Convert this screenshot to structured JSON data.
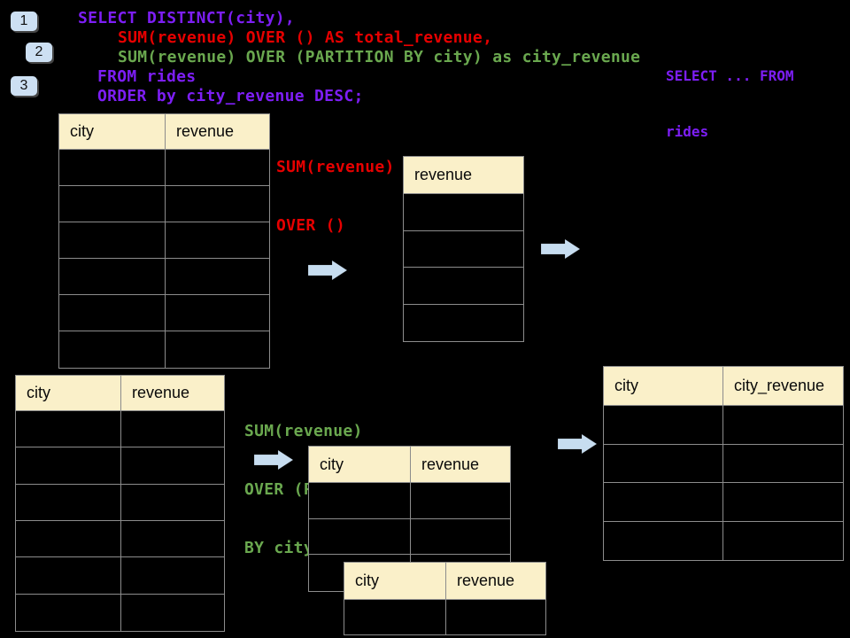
{
  "colors": {
    "background": "#000000",
    "purple": "#7D1EF5",
    "red": "#E60000",
    "green": "#6AA84F",
    "cream": "#FAF0C9",
    "border": "#8C8C8C",
    "arrow": "#C7DDF0",
    "badge": "#CDE0F3"
  },
  "badges": [
    {
      "label": "1"
    },
    {
      "label": "2"
    },
    {
      "label": "3"
    }
  ],
  "sql": {
    "select_line": "SELECT DISTINCT(city),",
    "total_line": "SUM(revenue) OVER () AS total_revenue,",
    "partition_line": "SUM(revenue) OVER (PARTITION BY city) as city_revenue",
    "from_line": "FROM rides",
    "order_line": "ORDER by city_revenue DESC;"
  },
  "side_note": {
    "line1": "SELECT ... FROM",
    "line2": "rides"
  },
  "annotations": {
    "total": {
      "line1": "SUM(revenue)",
      "line2": "OVER ()"
    },
    "partition": {
      "line1": "SUM(revenue)",
      "line2": "OVER (PARTITION",
      "line3": "BY city)"
    }
  },
  "tables": {
    "source_top": {
      "headers": [
        "city",
        "revenue"
      ],
      "rows": 6
    },
    "total_result": {
      "headers": [
        "revenue"
      ],
      "rows": 4
    },
    "source_bottom": {
      "headers": [
        "city",
        "revenue"
      ],
      "rows": 6
    },
    "partition_back": {
      "headers": [
        "city",
        "revenue"
      ],
      "rows": 3
    },
    "partition_front": {
      "headers": [
        "city",
        "revenue"
      ],
      "rows": 1
    },
    "final_result": {
      "headers": [
        "city",
        "city_revenue"
      ],
      "rows": 4
    }
  }
}
